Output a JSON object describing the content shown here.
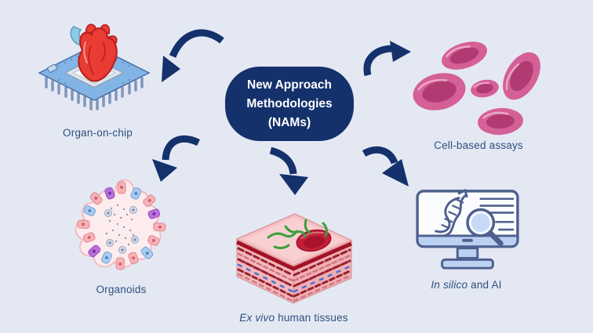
{
  "palette": {
    "background": "#e4e8f3",
    "navy": "#14316b",
    "label_text": "#2e4f7e",
    "pill_text": "#ffffff",
    "cell_pink": "#d55f97",
    "cell_pink_dark": "#b13a72",
    "heart_red": "#e93c34",
    "chip_blue": "#82b4e6",
    "tissue_pink": "#f3b8bd",
    "tissue_dark_red": "#a31225",
    "monitor_stroke": "#4e608e",
    "monitor_fill_blue": "#bcd0f2"
  },
  "center_pill": {
    "line1": "New Approach",
    "line2": "Methodologies (NAMs)"
  },
  "nodes": {
    "organ_chip": {
      "label": "Organ-on-chip",
      "icon": "heart-on-microchip-icon"
    },
    "cell_assays": {
      "label": "Cell-based assays",
      "icon": "red-blood-cells-icon"
    },
    "organoids": {
      "label": "Organoids",
      "icon": "organoid-cluster-icon"
    },
    "ex_vivo": {
      "label_italic": "Ex vivo",
      "label_rest": " human tissues",
      "icon": "tissue-block-icon"
    },
    "in_silico": {
      "label_italic": "In silico",
      "label_rest": " and AI",
      "icon": "monitor-dna-magnifier-icon"
    }
  },
  "arrows": [
    "arrow-to-organ-on-chip",
    "arrow-to-cell-based-assays",
    "arrow-to-organoids",
    "arrow-to-ex-vivo-tissues",
    "arrow-to-in-silico"
  ]
}
